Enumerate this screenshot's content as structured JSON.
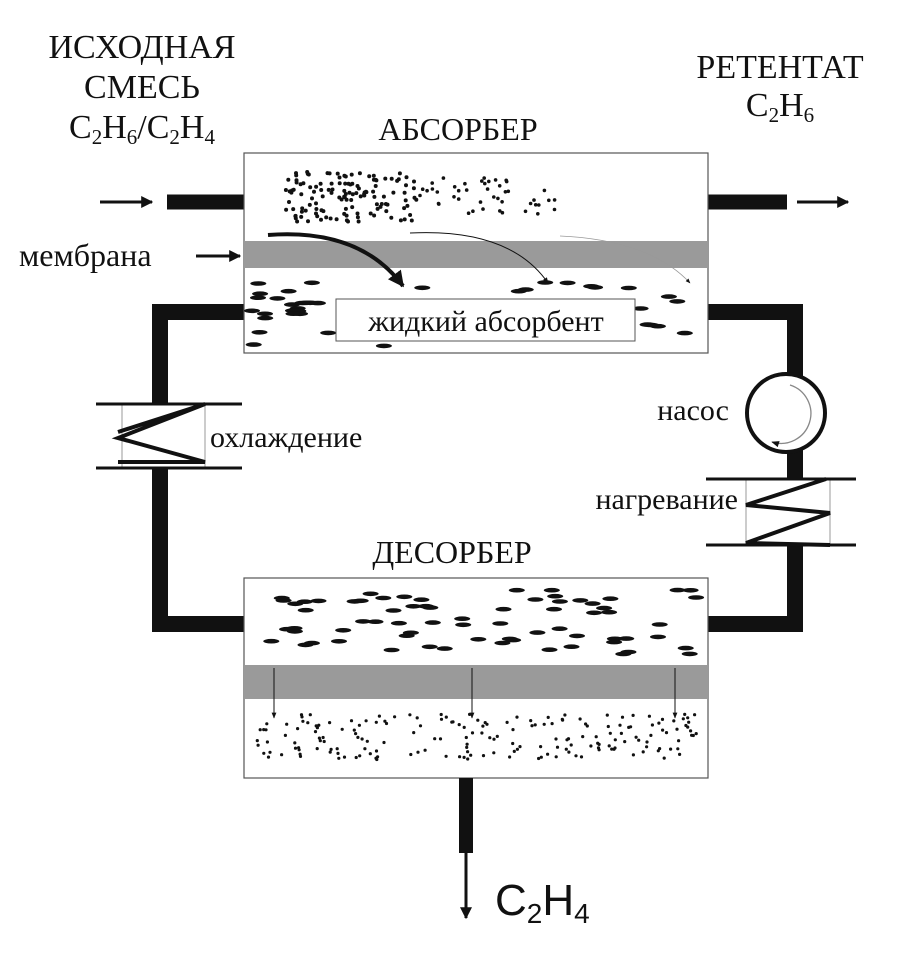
{
  "feed": {
    "line1": "ИСХОДНАЯ",
    "line2": "СМЕСЬ",
    "formula": [
      "C",
      "2",
      "H",
      "6",
      "/C",
      "2",
      "H",
      "4"
    ]
  },
  "retentate": {
    "label": "РЕТЕНТАТ",
    "formula": [
      "C",
      "2",
      "H",
      "6"
    ]
  },
  "absorber": {
    "label": "АБСОРБЕР"
  },
  "membrane": {
    "label": "мембрана"
  },
  "absorbent": {
    "label": "жидкий абсорбент"
  },
  "cooling": {
    "label": "охлаждение"
  },
  "pump": {
    "label": "насос"
  },
  "heating": {
    "label": "нагревание"
  },
  "desorber": {
    "label": "ДЕСОРБЕР"
  },
  "product": {
    "formula": [
      "C",
      "2",
      "H",
      "4"
    ]
  },
  "colors": {
    "line": "#111111",
    "membrane": "#9a9a9a",
    "vessel_border": "#555555"
  }
}
